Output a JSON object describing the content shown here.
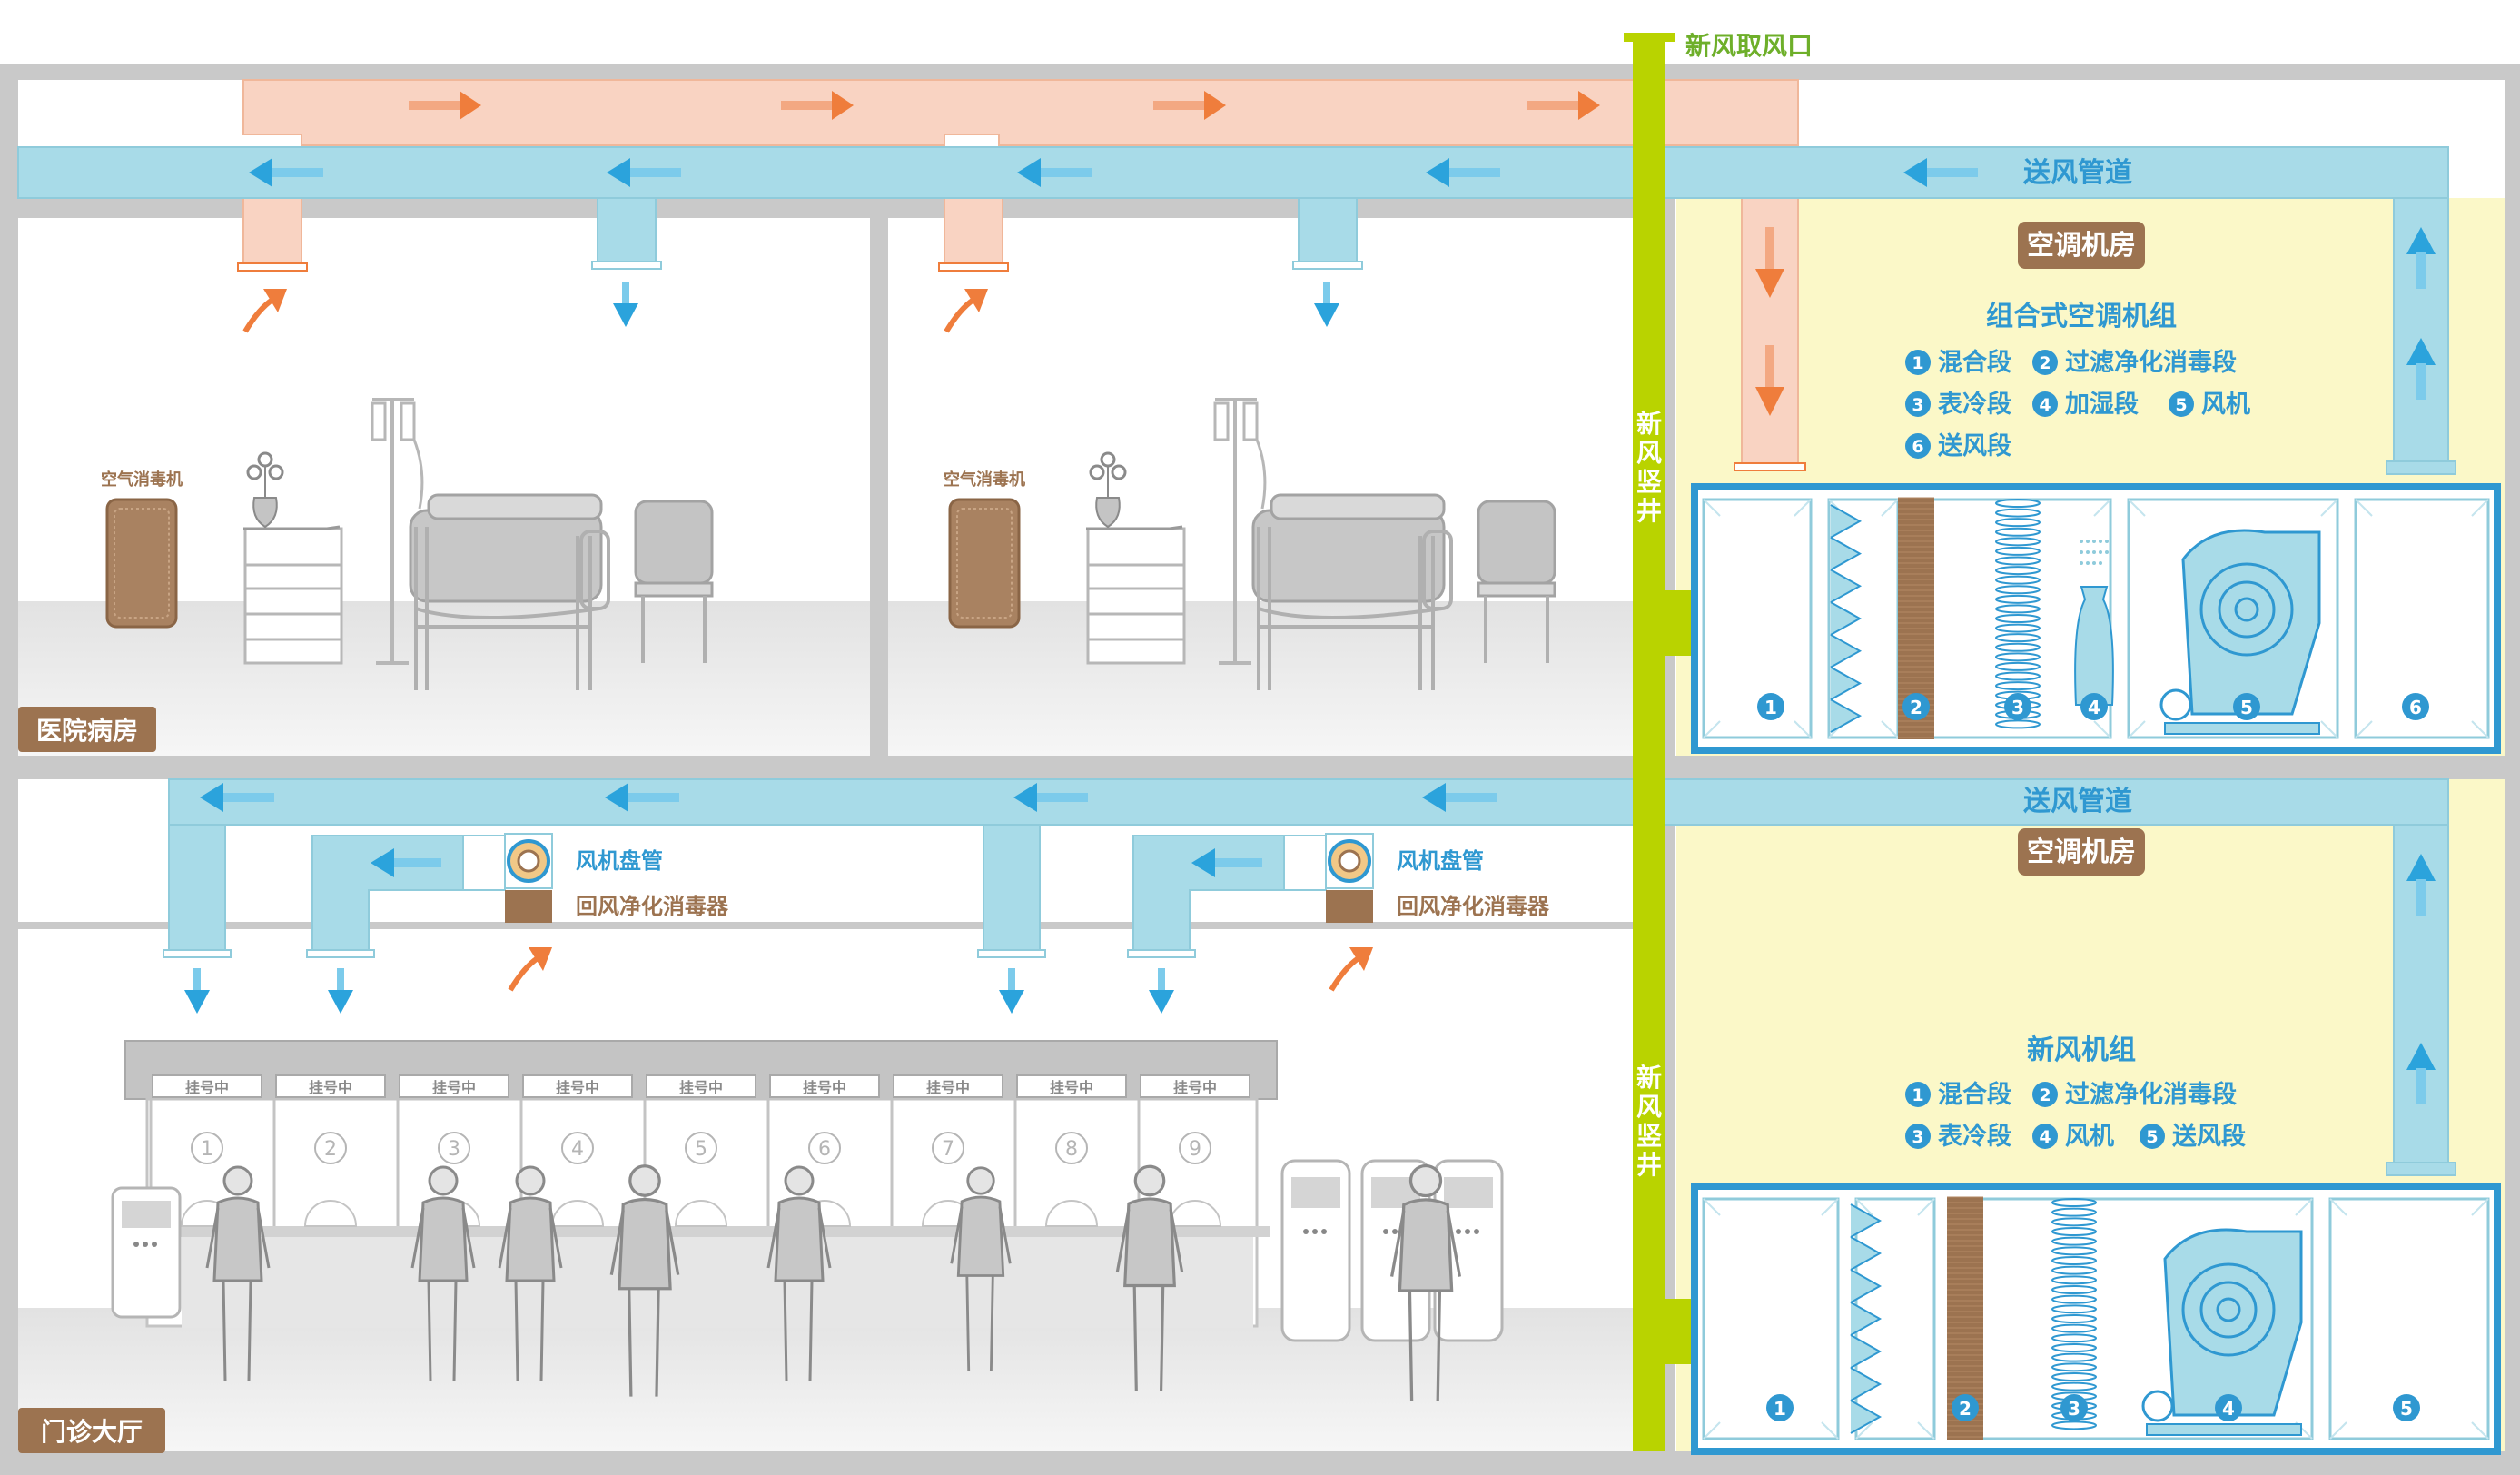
{
  "top": {
    "fresh_air_intake": "新风取风口",
    "supply_duct": "送风管道",
    "shaft": [
      "新",
      "风",
      "竖",
      "井"
    ]
  },
  "ward": {
    "label": "医院病房",
    "purifier": "空气消毒机"
  },
  "upper_room": {
    "title": "空调机房",
    "unit_title": "组合式空调机组",
    "sections": [
      {
        "n": "1",
        "t": "混合段"
      },
      {
        "n": "2",
        "t": "过滤净化消毒段"
      },
      {
        "n": "3",
        "t": "表冷段"
      },
      {
        "n": "4",
        "t": "加湿段"
      },
      {
        "n": "5",
        "t": "风机"
      },
      {
        "n": "6",
        "t": "送风段"
      }
    ]
  },
  "lower_room": {
    "supply_duct": "送风管道",
    "title": "空调机房",
    "unit_title": "新风机组",
    "sections": [
      {
        "n": "1",
        "t": "混合段"
      },
      {
        "n": "2",
        "t": "过滤净化消毒段"
      },
      {
        "n": "3",
        "t": "表冷段"
      },
      {
        "n": "4",
        "t": "风机"
      },
      {
        "n": "5",
        "t": "送风段"
      }
    ]
  },
  "hall": {
    "label": "门诊大厅",
    "fcu": "风机盘管",
    "return_purifier": "回风净化消毒器",
    "counter_sign": "挂号中",
    "windows": [
      "1",
      "2",
      "3",
      "4",
      "5",
      "6",
      "7",
      "8",
      "9"
    ]
  },
  "colors": {
    "supply_duct": "#a8dbe8",
    "return_duct": "#f9d3c2",
    "shaft": "#b9d300",
    "machine_room": "#fbf8c8",
    "accent_blue": "#2f98d1",
    "brown": "#9c7350",
    "orange_arrow": "#ef7d3c",
    "blue_arrow": "#2ba3dc"
  }
}
